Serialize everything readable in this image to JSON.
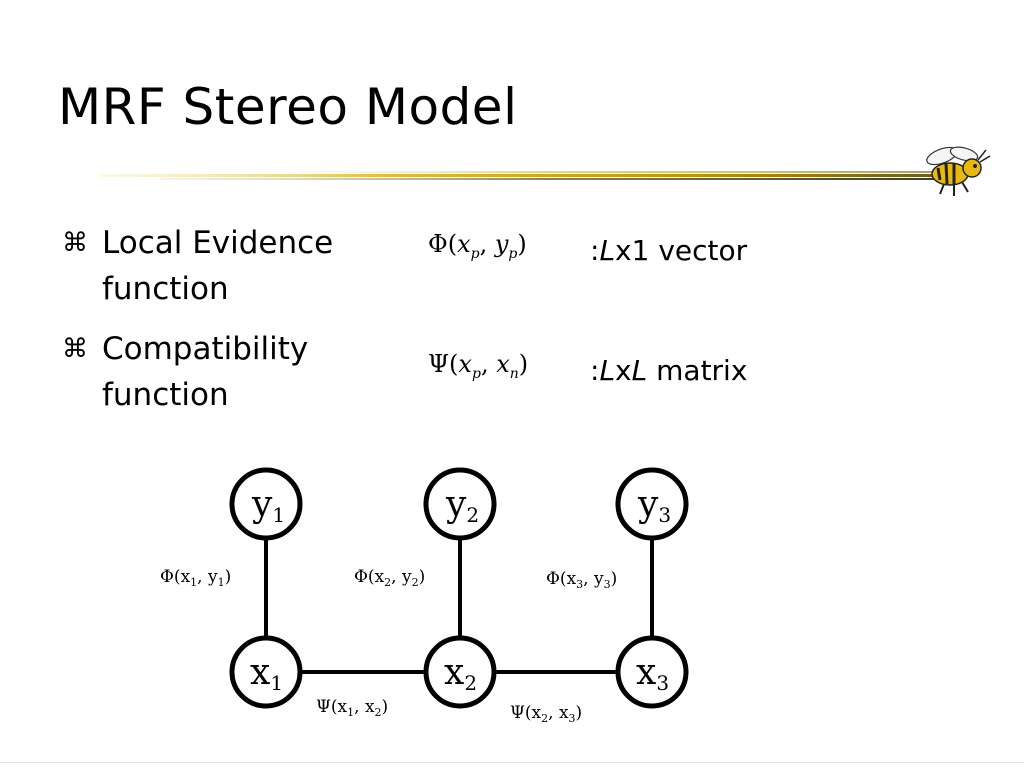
{
  "slide": {
    "title": "MRF Stereo Model",
    "bullets": [
      {
        "symbol": "⌘",
        "line1": "Local Evidence",
        "line2": "function",
        "formula": {
          "greek": "Φ",
          "arg1": "x",
          "sub1": "p",
          "arg2": "y",
          "sub2": "p"
        },
        "desc_prefix": ":",
        "desc_italic": "L",
        "desc_rest": "x1 vector"
      },
      {
        "symbol": "⌘",
        "line1": "Compatibility",
        "line2": "function",
        "formula": {
          "greek": "Ψ",
          "arg1": "x",
          "sub1": "p",
          "arg2": "x",
          "sub2": "n"
        },
        "desc_prefix": ":",
        "desc_italic": "L",
        "desc_mid": "x",
        "desc_italic2": "L",
        "desc_rest": " matrix"
      }
    ]
  },
  "graph": {
    "nodes": [
      {
        "id": "y1",
        "label": "y",
        "sub": "1"
      },
      {
        "id": "y2",
        "label": "y",
        "sub": "2"
      },
      {
        "id": "y3",
        "label": "y",
        "sub": "3"
      },
      {
        "id": "x1",
        "label": "x",
        "sub": "1"
      },
      {
        "id": "x2",
        "label": "x",
        "sub": "2"
      },
      {
        "id": "x3",
        "label": "x",
        "sub": "3"
      }
    ],
    "edge_labels": [
      {
        "id": "phi1",
        "text": "Φ(x",
        "sub1": "1",
        "mid": ", y",
        "sub2": "1",
        "end": ")"
      },
      {
        "id": "phi2",
        "text": "Φ(x",
        "sub1": "2",
        "mid": ", y",
        "sub2": "2",
        "end": ")"
      },
      {
        "id": "phi3",
        "text": "Φ(x",
        "sub1": "3",
        "mid": ", y",
        "sub2": "3",
        "end": ")"
      },
      {
        "id": "psi12",
        "text": "Ψ(x",
        "sub1": "1",
        "mid": ", x",
        "sub2": "2",
        "end": ")"
      },
      {
        "id": "psi23",
        "text": "Ψ(x",
        "sub1": "2",
        "mid": ", x",
        "sub2": "3",
        "end": ")"
      }
    ]
  },
  "decor": {
    "mascot_icon": "yellow-jacket-mascot-icon",
    "rule_colors": [
      "#c9a300",
      "#e8d27a",
      "#8a7a3a"
    ]
  }
}
